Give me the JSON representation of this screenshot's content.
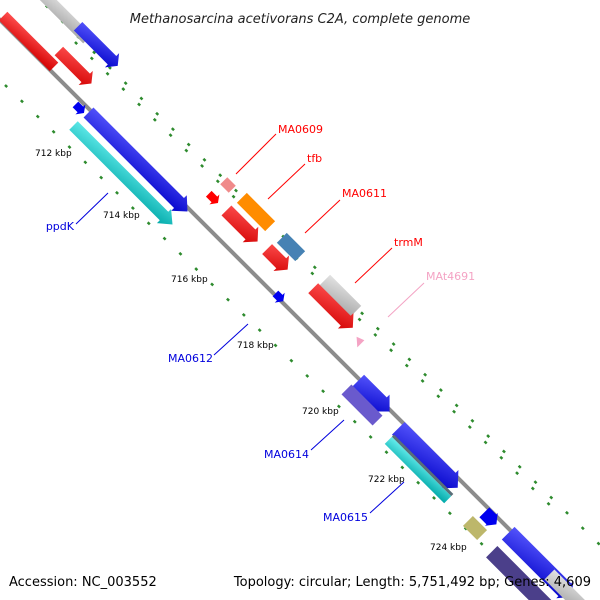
{
  "title": "Methanosarcina acetivorans C2A, complete genome",
  "footer": {
    "accession": "Accession: NC_003552",
    "summary": "Topology: circular; Length: 5,751,492 bp; Genes: 4,609"
  },
  "ticks": [
    "712 kbp",
    "714 kbp",
    "716 kbp",
    "718 kbp",
    "720 kbp",
    "722 kbp",
    "724 kbp"
  ],
  "gene_labels": [
    {
      "name": "MA0609",
      "color": "#ff0000"
    },
    {
      "name": "tfb",
      "color": "#ff0000"
    },
    {
      "name": "MA0611",
      "color": "#ff0000"
    },
    {
      "name": "trmM",
      "color": "#ff0000"
    },
    {
      "name": "MAt4691",
      "color": "#f4a3c4"
    },
    {
      "name": "ppdK",
      "color": "#0000dd"
    },
    {
      "name": "MA0612",
      "color": "#0000dd"
    },
    {
      "name": "MA0614",
      "color": "#0000dd"
    },
    {
      "name": "MA0615",
      "color": "#0000dd"
    }
  ],
  "colors": {
    "backbone": "#8c8c8c",
    "forward_strand": "#0000ee",
    "reverse_strand": "#ff0000",
    "tick_dash": "#2e8b2e"
  }
}
